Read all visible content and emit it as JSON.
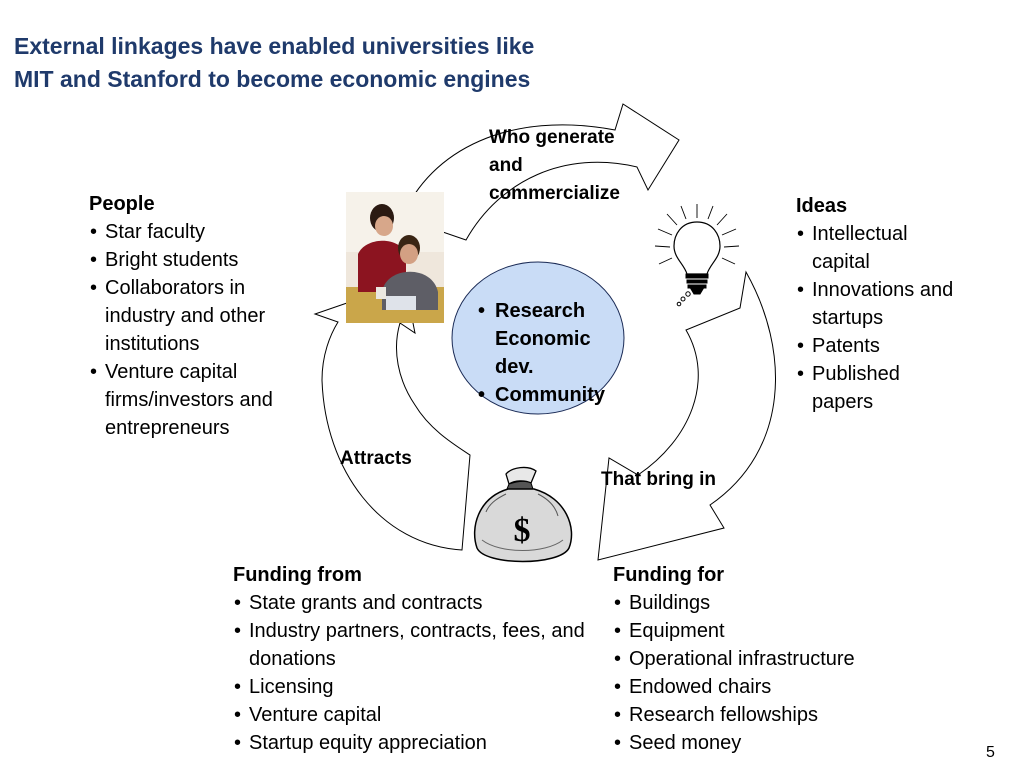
{
  "slide": {
    "title_lines": [
      "External linkages have enabled universities like",
      "MIT and Stanford to become economic engines"
    ],
    "page_number": "5"
  },
  "cycle": {
    "center_items": [
      "Research Economic dev.",
      "Community"
    ],
    "arrow_labels": {
      "who_generate": [
        "Who generate",
        "and",
        "commercialize"
      ],
      "that_bring_in": "That bring in",
      "attracts": "Attracts"
    }
  },
  "people": {
    "heading": "People",
    "items": [
      "Star faculty",
      "Bright students",
      "Collaborators in industry and other institutions",
      "Venture capital firms/investors and entrepreneurs"
    ]
  },
  "ideas": {
    "heading": "Ideas",
    "items": [
      "Intellectual capital",
      "Innovations and startups",
      "Patents",
      "Published papers"
    ]
  },
  "funding_from": {
    "heading": "Funding from",
    "items": [
      "State grants and contracts",
      "Industry partners, contracts, fees, and donations",
      "Licensing",
      "Venture capital",
      "Startup equity appreciation"
    ]
  },
  "funding_for": {
    "heading": "Funding for",
    "items": [
      "Buildings",
      "Equipment",
      "Operational infrastructure",
      "Endowed chairs",
      "Research fellowships",
      "Seed money"
    ]
  },
  "money_bag": {
    "symbol": "$"
  },
  "icons": {
    "photo": "people-working-photo",
    "idea": "lightbulb-icon",
    "money": "money-bag-icon"
  },
  "colors": {
    "title": "#1f3a6b",
    "center_fill": "#c9dcf6",
    "center_stroke": "#1a2a55"
  }
}
